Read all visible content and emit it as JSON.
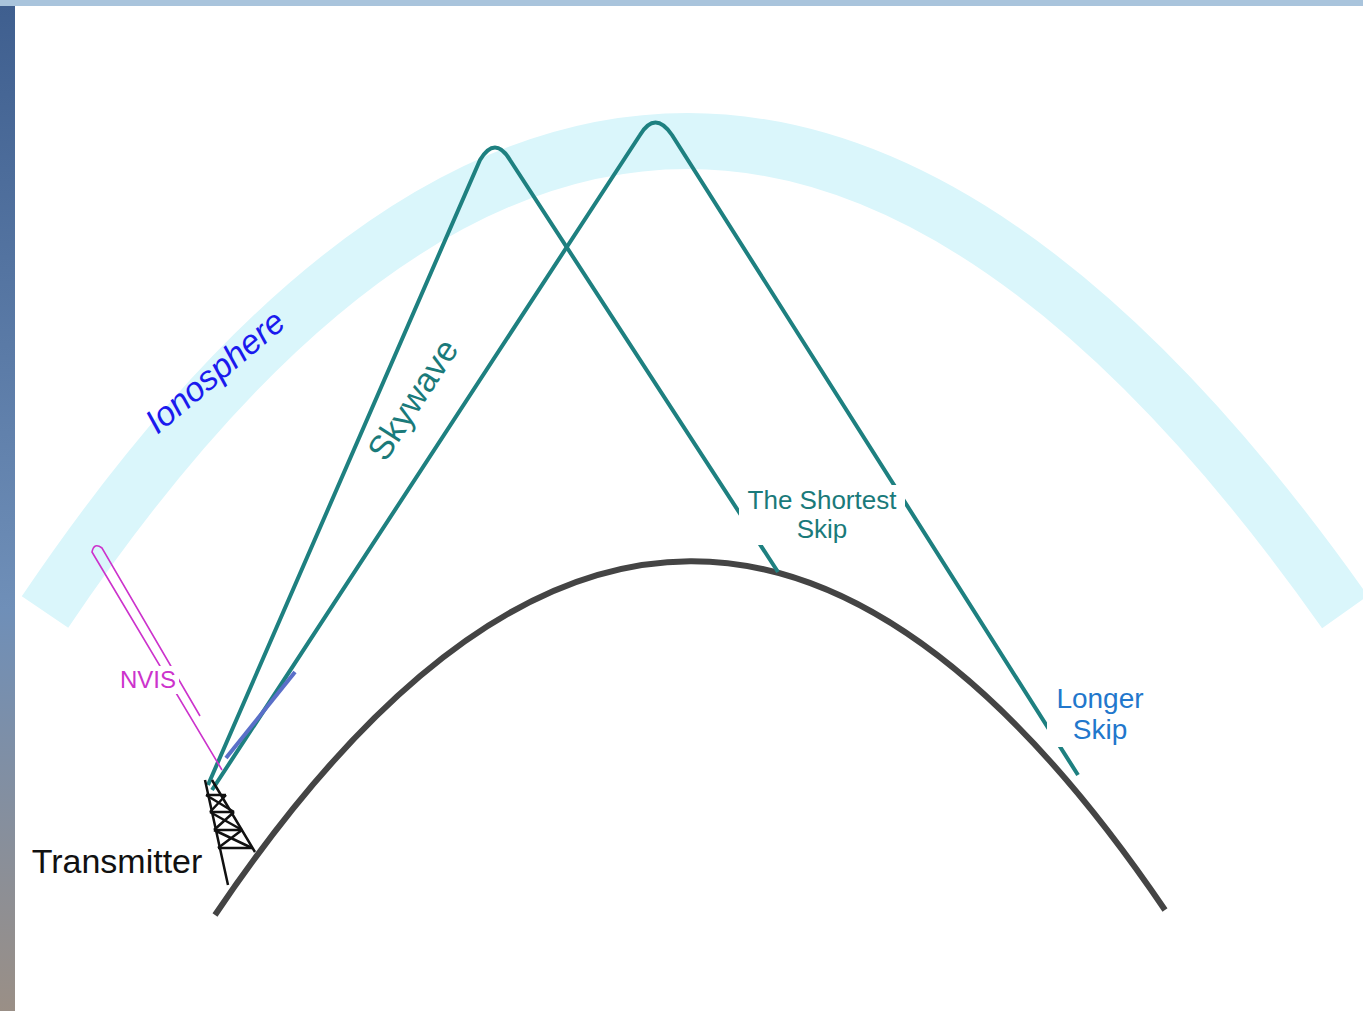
{
  "diagram": {
    "labels": [
      "Ionosphere",
      "Skywave",
      "The Shortest Skip",
      "Longer Skip",
      "NVIS",
      "Transmitter"
    ]
  }
}
